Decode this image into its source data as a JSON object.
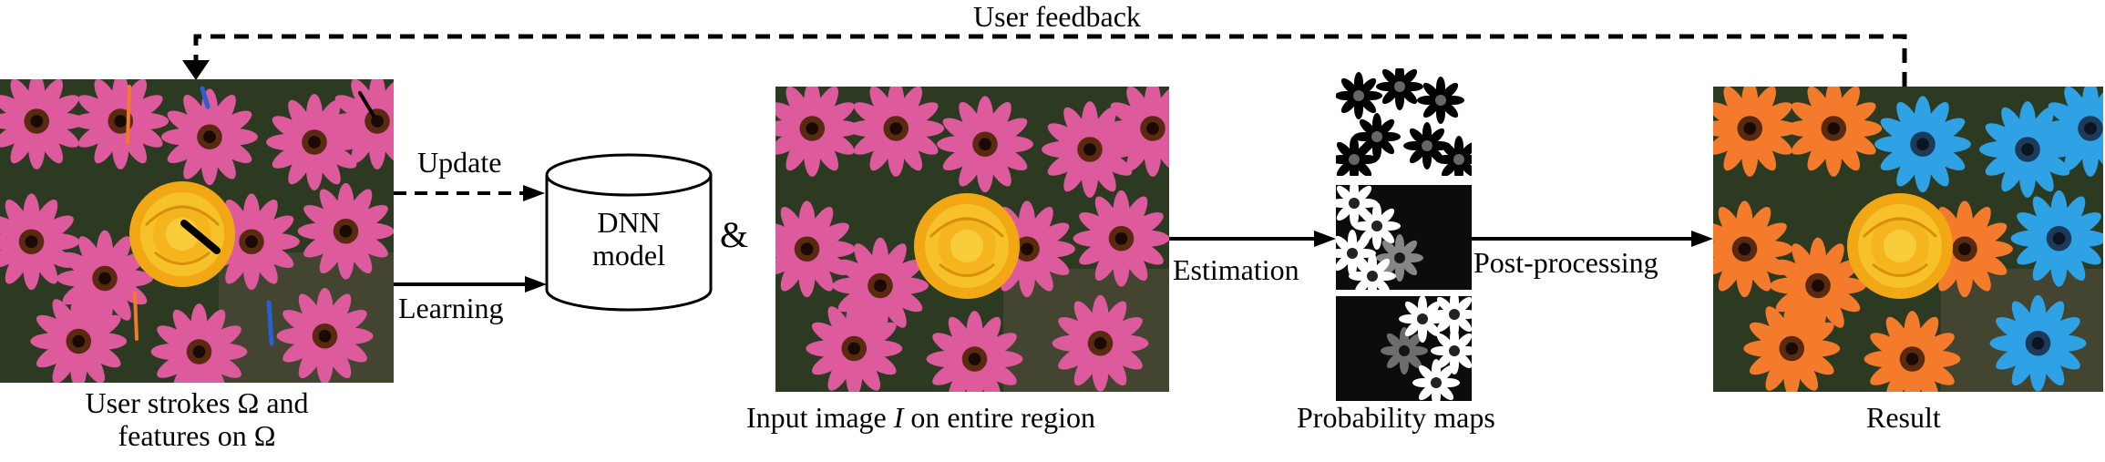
{
  "feedback_label": "User feedback",
  "update_label": "Update",
  "learning_label": "Learning",
  "dnn": {
    "line1": "DNN",
    "line2": "model"
  },
  "ampersand": "&",
  "estimation_label": "Estimation",
  "postprocessing_label": "Post-processing",
  "captions": {
    "strokes_line1": "User strokes Ω and",
    "strokes_line2": "features on Ω",
    "input_prefix": "Input image ",
    "input_symbol": "I",
    "input_suffix": " on entire region",
    "probability": "Probability maps",
    "result": "Result"
  },
  "colors": {
    "flower_pink": "#d85a9a",
    "flower_orange": "#f07a2a",
    "flower_blue": "#2e9fe0",
    "flower_yellow": "#f5b81c",
    "background": "#2c3a22"
  },
  "icons": {
    "dnn": "database-cylinder-icon",
    "stroke": "user-stroke-icon"
  }
}
